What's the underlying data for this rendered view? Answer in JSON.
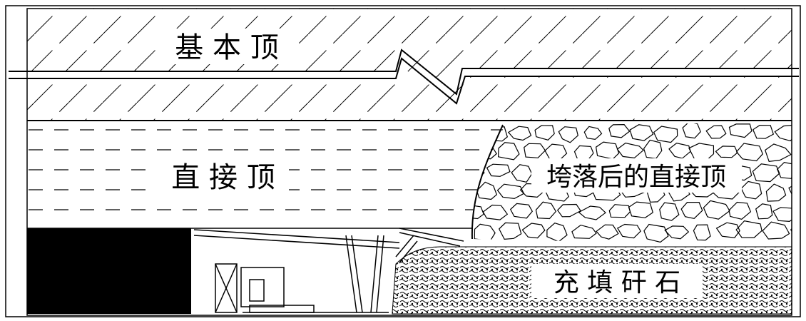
{
  "diagram": {
    "labels": {
      "main_roof": "基 本 顶",
      "immediate_roof": "直 接 顶",
      "caved_roof": "垮落后的直接顶",
      "backfill_gangue": "充 填 矸 石"
    },
    "colors": {
      "line": "#000000",
      "background": "#ffffff",
      "coal": "#000000"
    }
  }
}
